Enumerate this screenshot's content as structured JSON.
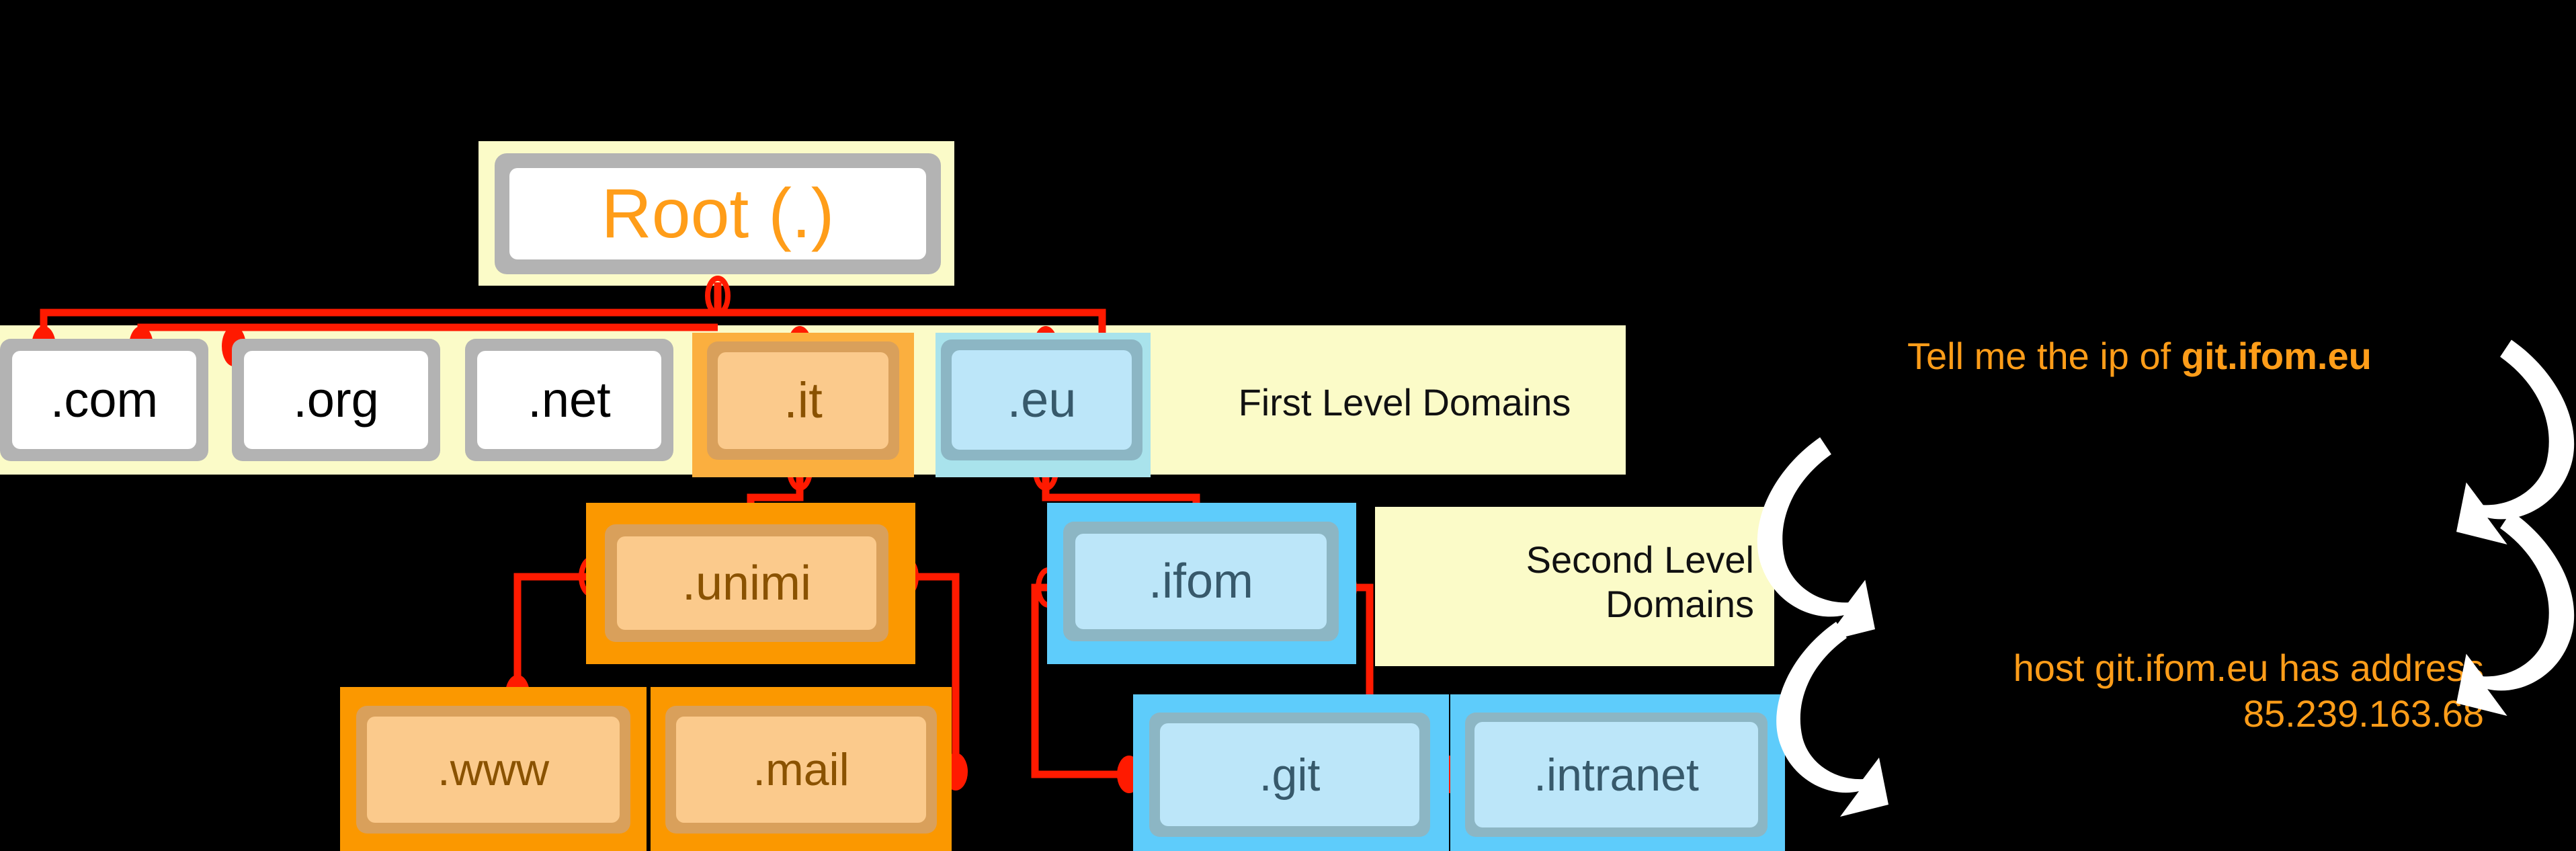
{
  "theme": {
    "background": "#000000",
    "band_yellow": "#FBFBC8",
    "wire_red": "#FF1A00",
    "accent_orange": "#FF9D19",
    "orange_group": "#FB9800",
    "orange_node_mid": "#D9A05B",
    "orange_node_fill": "#FBCA8C",
    "orange_text": "#8A5200",
    "blue_group": "#5ECCFB",
    "blue_node_mid": "#8CB6C4",
    "blue_node_fill": "#BCE6F9",
    "blue_text": "#37596B",
    "grey_node_border": "#B3B3B3",
    "white_node_fill": "#FFFFFF"
  },
  "tree": {
    "root": {
      "label": "Root (.)"
    },
    "first_level": {
      "caption": "First Level Domains",
      "nodes": [
        {
          "label": ".com",
          "style": "grey"
        },
        {
          "label": ".org",
          "style": "grey"
        },
        {
          "label": ".net",
          "style": "grey"
        },
        {
          "label": ".it",
          "style": "orange"
        },
        {
          "label": ".eu",
          "style": "blue"
        }
      ]
    },
    "second_level": {
      "caption": "Second Level\nDomains",
      "nodes": [
        {
          "label": ".unimi",
          "style": "orange"
        },
        {
          "label": ".ifom",
          "style": "blue"
        }
      ]
    },
    "third_level": {
      "nodes": [
        {
          "label": ".www",
          "style": "orange"
        },
        {
          "label": ".mail",
          "style": "orange"
        },
        {
          "label": ".git",
          "style": "blue"
        },
        {
          "label": ".intranet",
          "style": "blue"
        }
      ]
    }
  },
  "annotations": {
    "question_prefix": "Tell me the ip of ",
    "question_domain": "git.ifom.eu",
    "answer_line1": "host git.ifom.eu has address",
    "answer_line2": "85.239.163.68",
    "arrows": [
      {
        "name": "curved-arrow-top-right",
        "direction": "down-left"
      },
      {
        "name": "curved-arrow-mid-left",
        "direction": "down-right"
      },
      {
        "name": "curved-arrow-mid-right",
        "direction": "down-left"
      },
      {
        "name": "curved-arrow-bottom-left",
        "direction": "down-right"
      }
    ]
  }
}
